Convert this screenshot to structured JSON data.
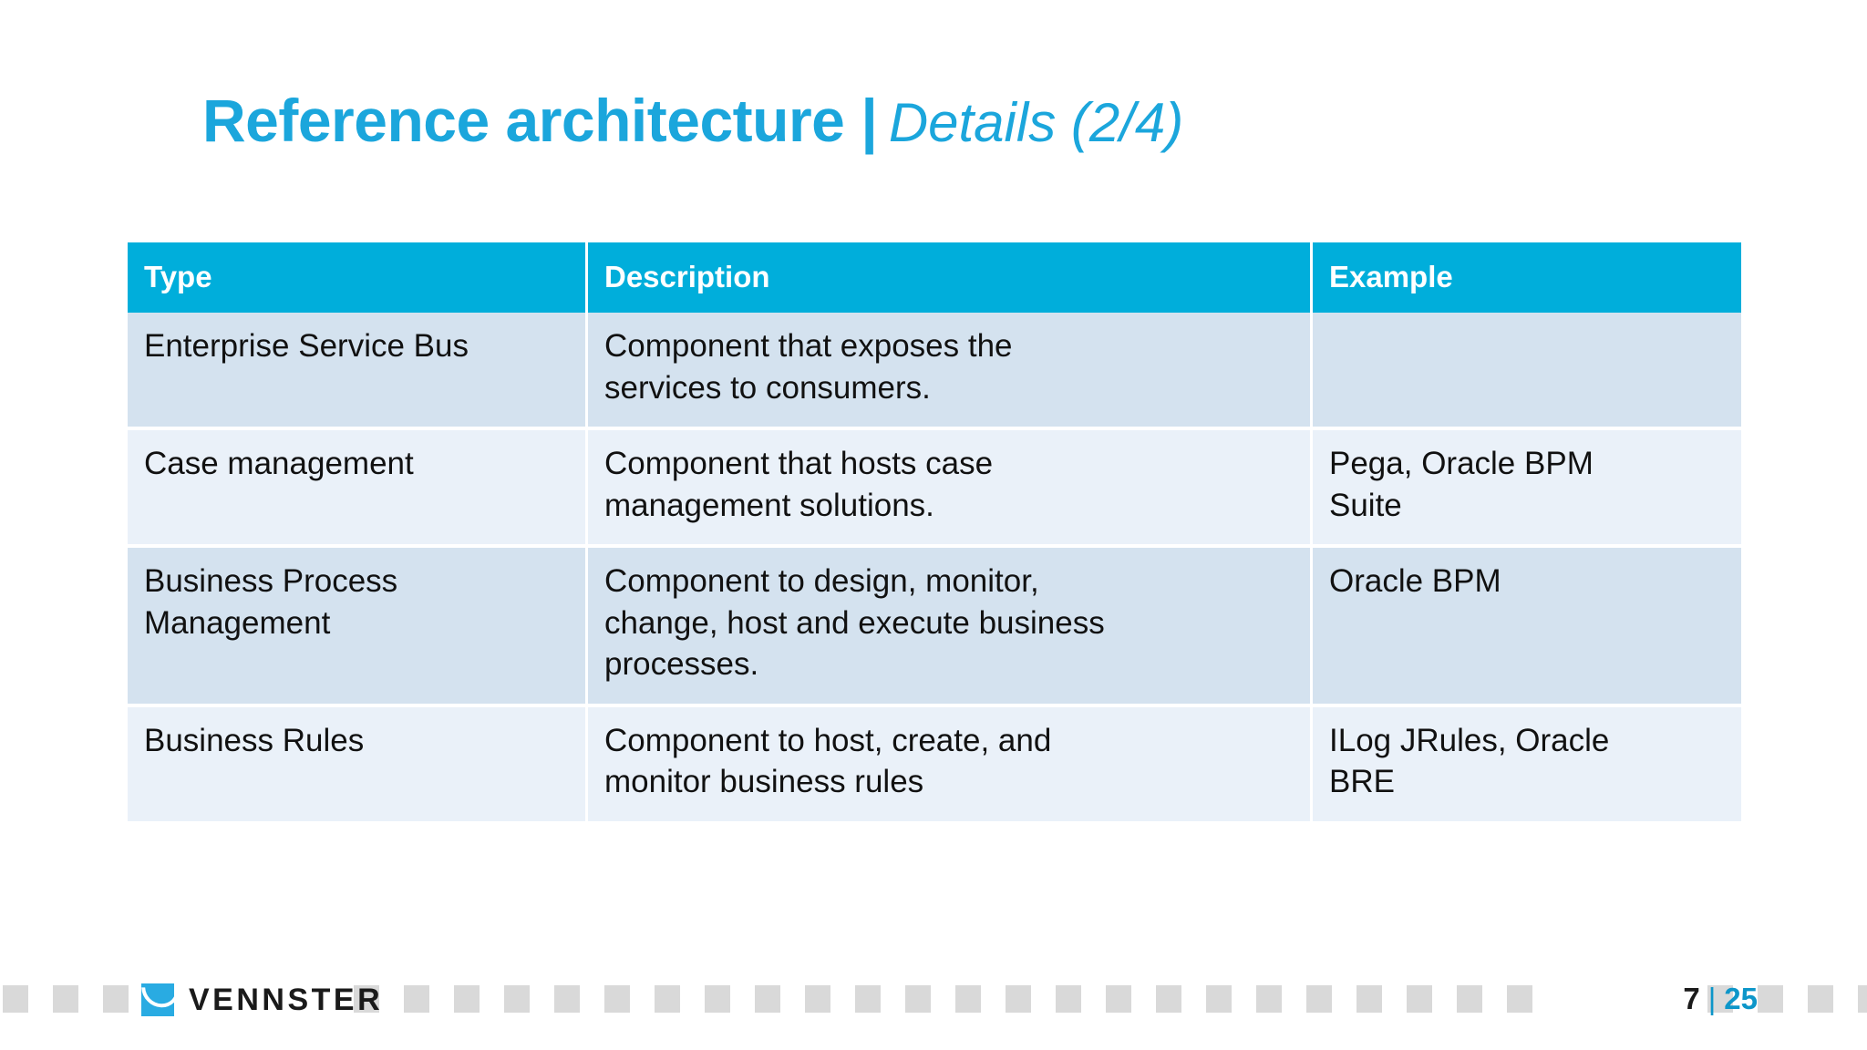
{
  "title": {
    "main": "Reference architecture",
    "separator": "|",
    "subtitle": "Details (2/4)",
    "color": "#1BA6DC"
  },
  "table": {
    "header_bg": "#00AEDB",
    "row_dark_bg": "#d4e2ef",
    "row_light_bg": "#eaf1f9",
    "columns": [
      "Type",
      "Description",
      "Example"
    ],
    "rows": [
      {
        "type": "Enterprise Service Bus",
        "description_lines": [
          "Component that exposes the",
          "services to consumers."
        ],
        "example_lines": []
      },
      {
        "type": "Case management",
        "description_lines": [
          "Component that hosts case",
          "management solutions."
        ],
        "example_lines": [
          "Pega, Oracle BPM",
          "Suite"
        ]
      },
      {
        "type": "Business Process Management",
        "description_lines": [
          "Component to design, monitor,",
          "change, host and execute business",
          "processes."
        ],
        "example_lines": [
          "Oracle BPM"
        ]
      },
      {
        "type": "Business Rules",
        "description_lines": [
          "Component to host, create, and",
          "monitor business rules"
        ],
        "example_lines": [
          "ILog JRules, Oracle",
          "BRE"
        ]
      }
    ]
  },
  "footer": {
    "logo_text": "VENNSTER",
    "logo_icon": "vennster-logo-icon",
    "logo_color": "#29ABE2",
    "square_color": "#d9d9d9",
    "page_current": "7",
    "page_separator": "|",
    "page_total": "25",
    "page_accent_color": "#0d96c9"
  }
}
